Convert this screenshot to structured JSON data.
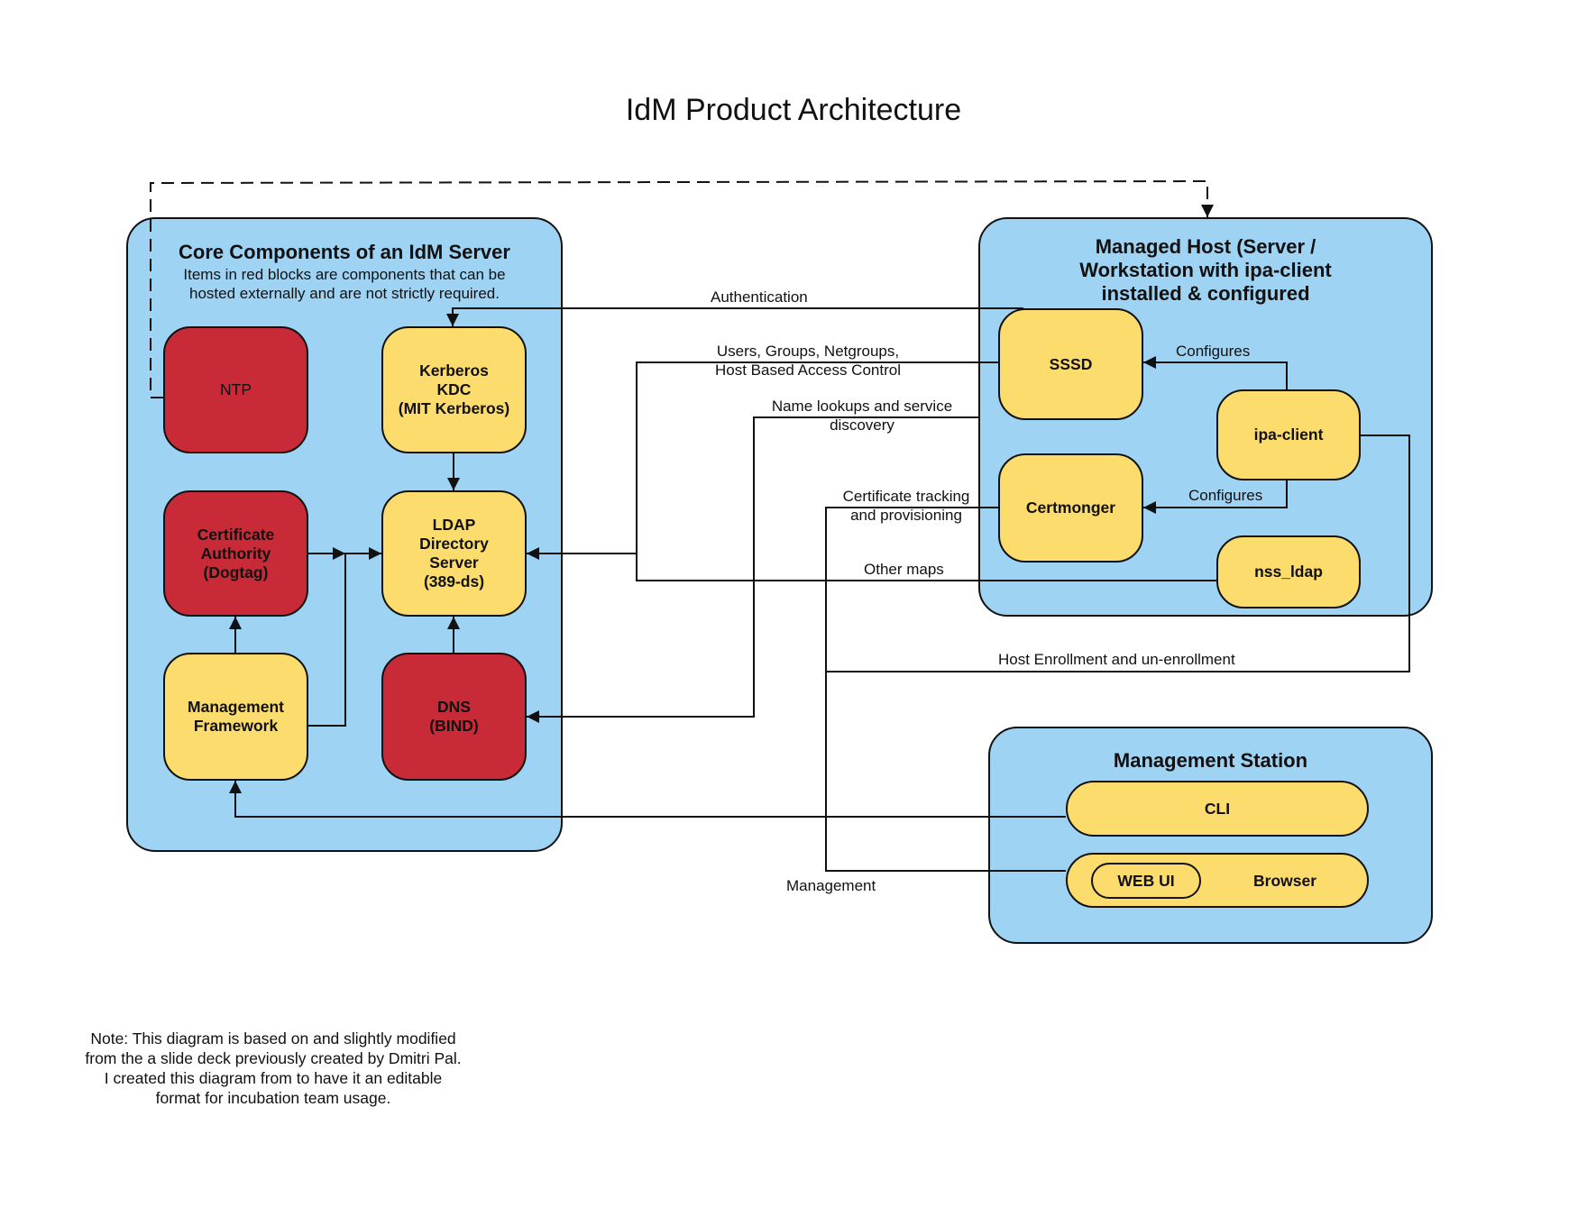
{
  "title": "IdM Product Architecture",
  "core": {
    "title": "Core Components of an IdM Server",
    "subtitle_line1": "Items in red blocks are components that can be",
    "subtitle_line2": "hosted externally and are not strictly required.",
    "nodes": {
      "ntp": "NTP",
      "kerberos": [
        "Kerberos",
        "KDC",
        "(MIT Kerberos)"
      ],
      "ca": [
        "Certificate",
        "Authority",
        "(Dogtag)"
      ],
      "ldap": [
        "LDAP",
        "Directory",
        "Server",
        "(389-ds)"
      ],
      "mgmt": [
        "Management",
        "Framework"
      ],
      "dns": [
        "DNS",
        "(BIND)"
      ]
    }
  },
  "host": {
    "title_line1": "Managed Host (Server /",
    "title_line2": "Workstation with ipa-client",
    "title_line3": "installed & configured",
    "nodes": {
      "sssd": "SSSD",
      "ipa_client": "ipa-client",
      "certmonger": "Certmonger",
      "nss_ldap": "nss_ldap"
    }
  },
  "station": {
    "title": "Management Station",
    "cli": "CLI",
    "web_ui": "WEB UI",
    "browser": "Browser"
  },
  "labels": {
    "authentication": "Authentication",
    "users_line1": "Users, Groups, Netgroups,",
    "users_line2": "Host Based Access Control",
    "name_line1": "Name lookups and service",
    "name_line2": "discovery",
    "cert_line1": "Certificate tracking",
    "cert_line2": "and provisioning",
    "other_maps": "Other maps",
    "configures_1": "Configures",
    "configures_2": "Configures",
    "host_enroll": "Host Enrollment and un-enrollment",
    "management": "Management"
  },
  "note": {
    "line1": "Note:  This diagram is based on and slightly modified",
    "line2": "from the a slide deck previously created by Dmitri Pal.",
    "line3": "I created this diagram from to have it an editable",
    "line4": "format for incubation team usage."
  },
  "colors": {
    "container": "#9fd3f3",
    "optional_component": "#c82b37",
    "component": "#fddc6e"
  }
}
